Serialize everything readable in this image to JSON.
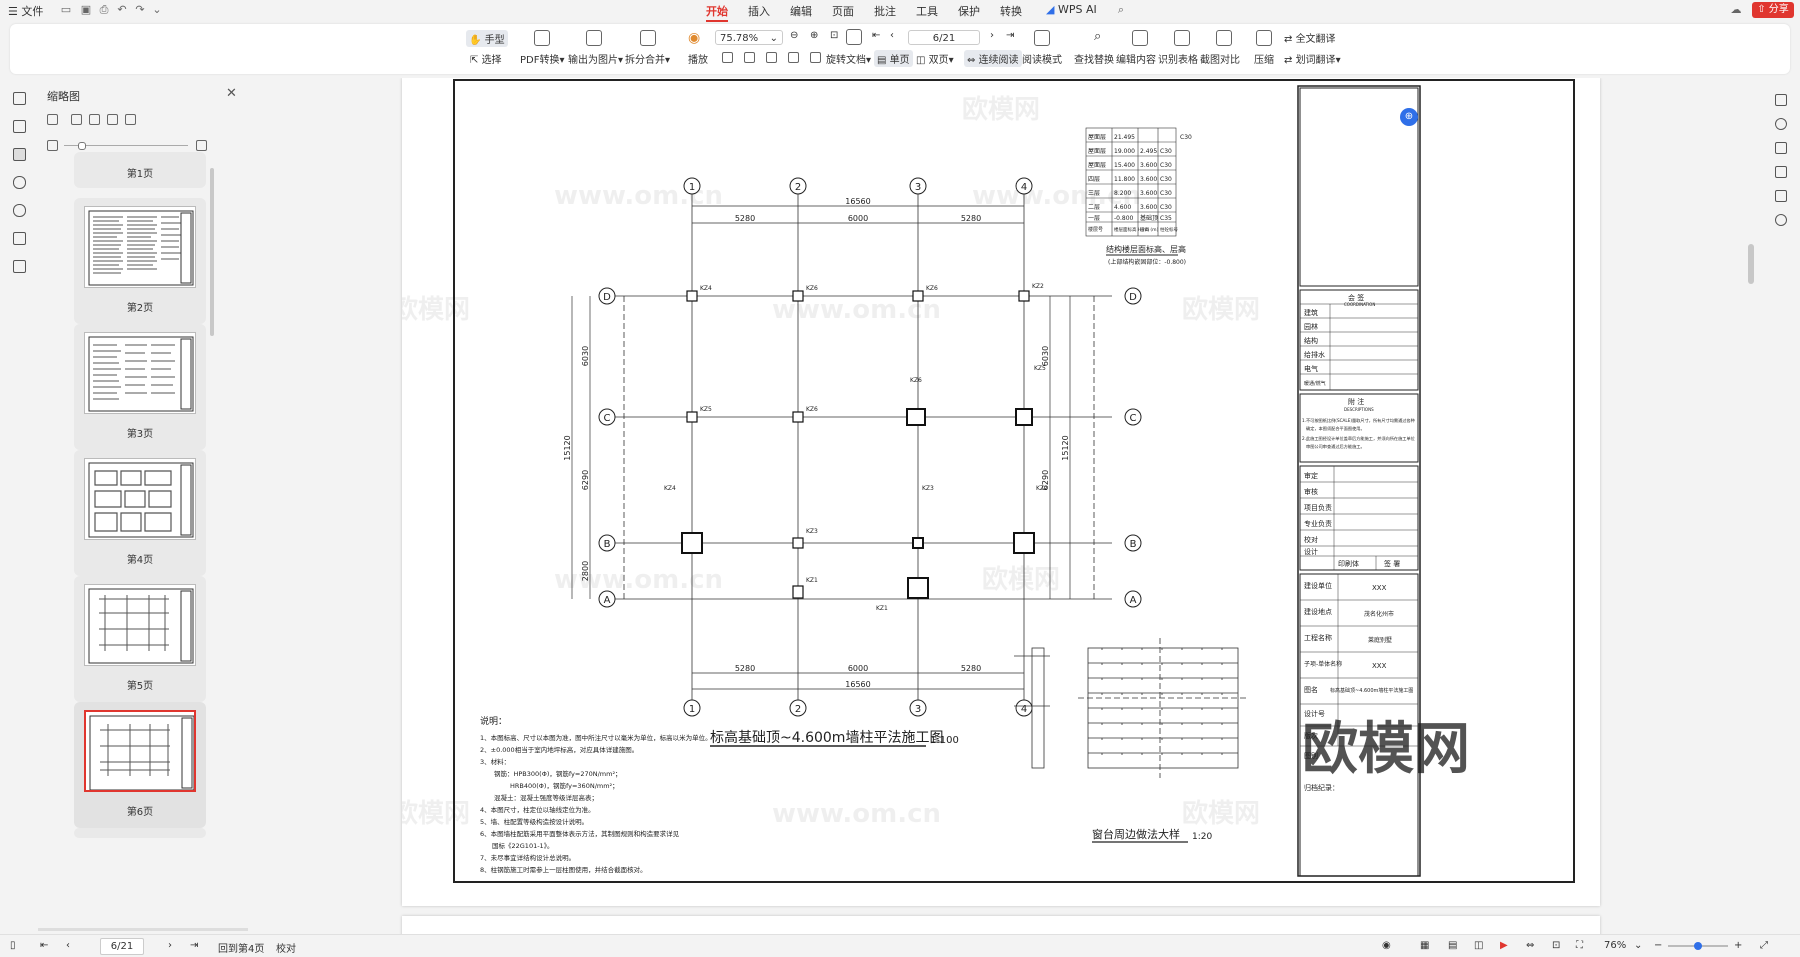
{
  "titlebar": {
    "file_label": "文件",
    "tabs": [
      "开始",
      "插入",
      "编辑",
      "页面",
      "批注",
      "工具",
      "保护",
      "转换"
    ],
    "active_tab": "开始",
    "wps_ai": "WPS AI",
    "share": "分享"
  },
  "ribbon": {
    "hand": "手型",
    "select": "选择",
    "pdf_convert": "PDF转换",
    "export_image": "输出为图片",
    "split_merge": "拆分合并",
    "play": "播放",
    "zoom": "75.78%",
    "page_indicator": "6/21",
    "rotate": "旋转文档",
    "single": "单页",
    "double": "双页",
    "continuous": "连续阅读",
    "reading_mode": "阅读模式",
    "find_replace": "查找替换",
    "edit_content": "编辑内容",
    "recognize_table": "识别表格",
    "screenshot_compare": "截图对比",
    "compress": "压缩",
    "full_translate": "全文翻译",
    "word_translate": "划词翻译"
  },
  "thumb_panel": {
    "title": "缩略图",
    "pages": [
      "第1页",
      "第2页",
      "第3页",
      "第4页",
      "第5页",
      "第6页"
    ],
    "selected": "第6页"
  },
  "drawing": {
    "title": "标高基础顶~4.600m墙柱平法施工图",
    "scale": "1:100",
    "detail_title": "窗台周边做法大样",
    "detail_scale": "1:20",
    "axes_x": [
      "1",
      "2",
      "3",
      "4"
    ],
    "axes_y": [
      "D",
      "C",
      "B",
      "A"
    ],
    "dims_top_total": "16560",
    "dims_spans": [
      "5280",
      "6000",
      "5280"
    ],
    "dims_left": [
      "6030",
      "6290",
      "2800"
    ],
    "dims_total_y": "15120",
    "notes_title": "说明：",
    "notes": [
      "1、本图标高、尺寸以本图为准，图中所注尺寸以毫米为单位，标高以米为单位。",
      "2、±0.000相当于室内地坪标高，对应具体详建施图。",
      "3、材料：",
      "钢筋：HPB300(Φ)，钢筋fy=270N/mm²；",
      "HRB400(Φ)，钢筋fy=360N/mm²；",
      "混凝土：混凝土强度等级详层高表；",
      "4、本图尺寸，柱定位以轴线定位为准。",
      "5、墙、柱配置等级构造按设计说明。",
      "6、本图墙柱配筋采用平面整体表示方法，其制图规则和构造要求详见",
      "国标《22G101-1》。",
      "7、未尽事宜详结构设计总说明。",
      "8、柱钢筋施工时需参上一层柱图使用，并结合截面核对。"
    ],
    "watermark": "欧模网",
    "watermark_url": "www.om.cn",
    "level_table_title": "结构楼层面标高、层高",
    "level_table_note": "(上部结构嵌固部位：-0.800)",
    "level_rows": [
      [
        "屋面层",
        "21.495",
        "",
        "C30"
      ],
      [
        "屋面层",
        "19.000",
        "2.495",
        "C30"
      ],
      [
        "屋面层",
        "15.400",
        "3.600",
        "C30"
      ],
      [
        "四层",
        "11.800",
        "3.600",
        "C30"
      ],
      [
        "三层",
        "8.200",
        "3.600",
        "C30"
      ],
      [
        "二层",
        "4.600",
        "3.600",
        "C30"
      ],
      [
        "一层",
        "-0.800",
        "基础顶",
        "C35"
      ]
    ],
    "level_headers": [
      "楼层号",
      "楼层面标高 H(m)",
      "层高 (m)",
      "柱砼标号"
    ],
    "title_block": {
      "huiqian": "会  签",
      "huiqian_en": "COORDINATION",
      "disciplines": [
        "建筑",
        "园林",
        "结构",
        "给排水",
        "电气",
        "暖通/燃气"
      ],
      "fuzhu": "附  注",
      "fuzhu_en": "DESCRIPTIONS",
      "fuzhu_text": [
        "1.不可按图纸比例(SCALE)量取尺寸，所有尺寸均需通过各种",
        "确定，本图须配合平面图使用。",
        "2.此施工图经设计单位盖章后方能施工，并须向所在施工单位",
        "审图公司审查通过后方能施工。"
      ],
      "sign_rows": [
        "审定",
        "审核",
        "项目负责",
        "专业负责",
        "校对",
        "设计"
      ],
      "print_label": "印刷体",
      "sign_label": "签 署",
      "client_label": "建设单位",
      "client": "XXX",
      "site_label": "建设地点",
      "site": "茂名化州市",
      "project_label": "工程名称",
      "project": "莱庭别墅",
      "sub_label": "子项-单体名称",
      "sub": "XXX",
      "drawing_label": "图名",
      "drawing_name": "标高基础顶~4.600m墙柱平法施工图",
      "design_no": "设计号",
      "version": "版次",
      "drawing_no": "图别",
      "archive": "归档纪录："
    },
    "big_watermark": "欧模网"
  },
  "statusbar": {
    "page_field": "6/21",
    "back": "回到第4页",
    "proof": "校对",
    "zoom": "76%"
  }
}
